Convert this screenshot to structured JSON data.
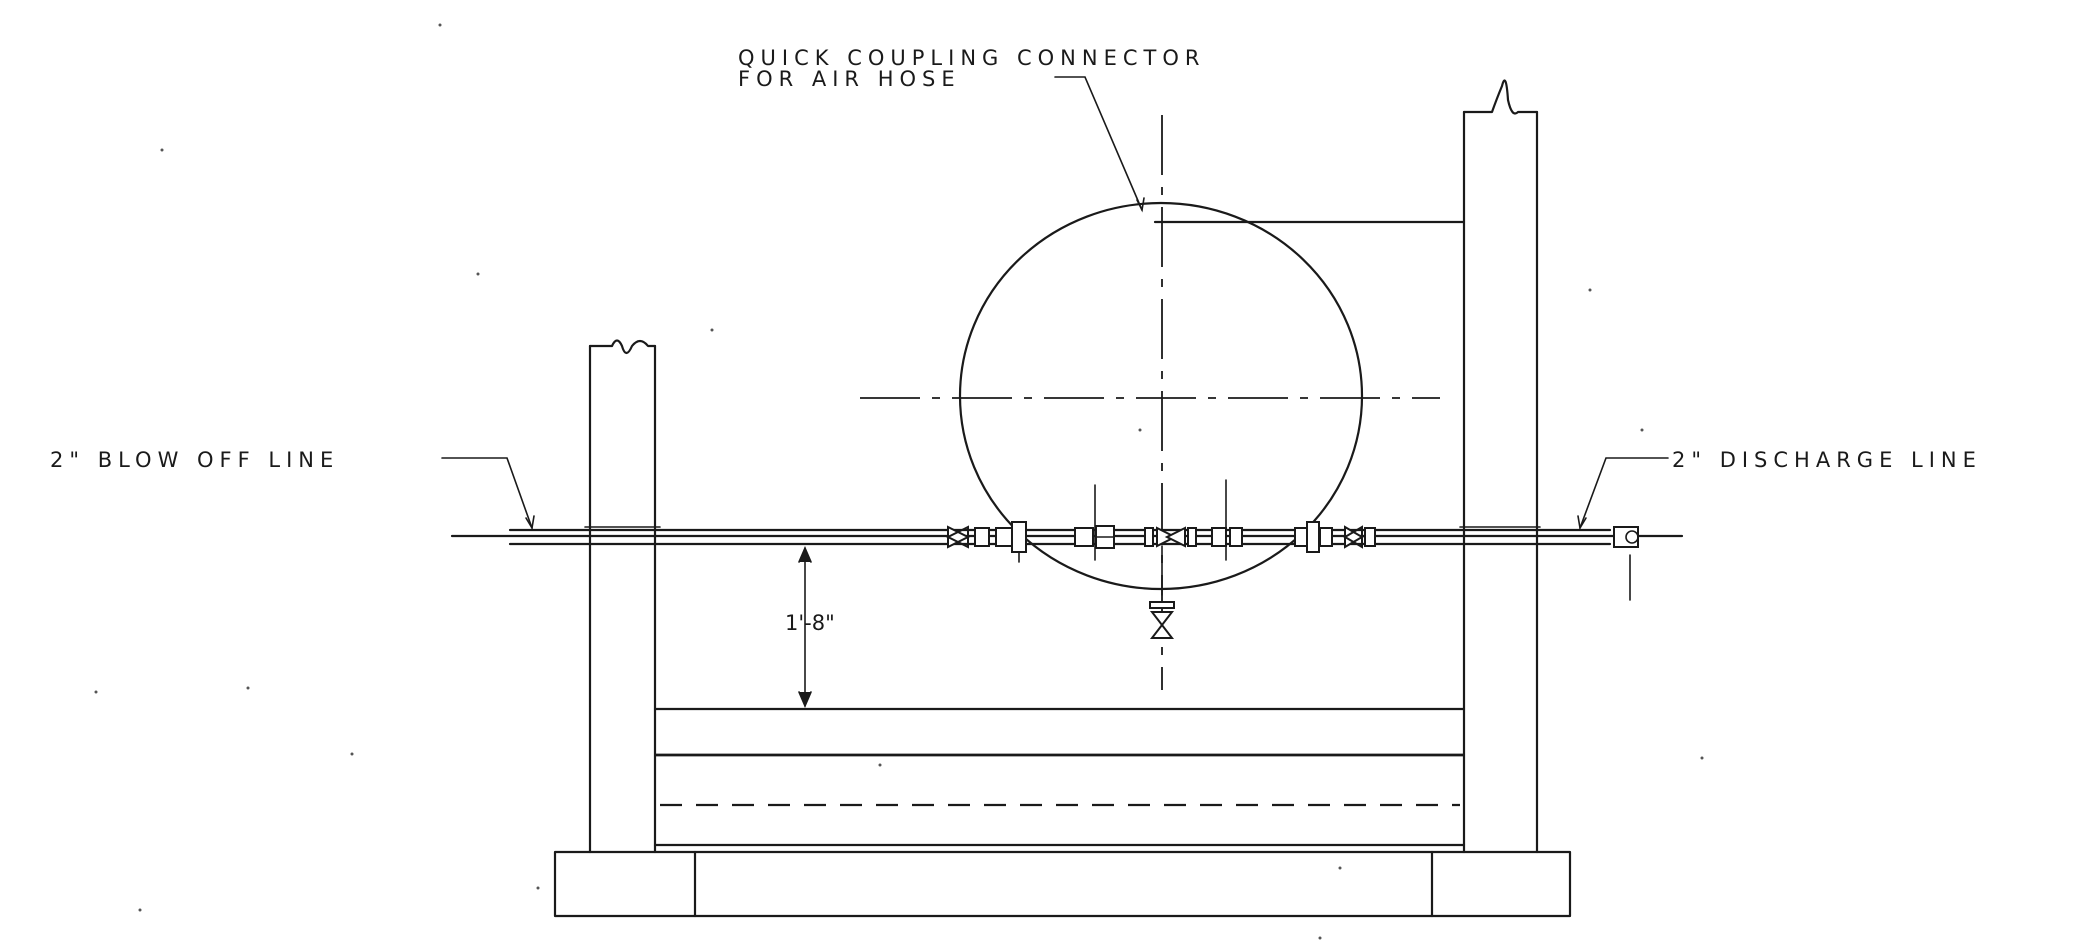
{
  "labels": {
    "quick_coupling_line1": "QUICK COUPLING CONNECTOR",
    "quick_coupling_line2": "FOR AIR HOSE",
    "blow_off": "2\" BLOW OFF LINE",
    "discharge": "2\" DISCHARGE LINE",
    "dimension": "1'-8\""
  }
}
